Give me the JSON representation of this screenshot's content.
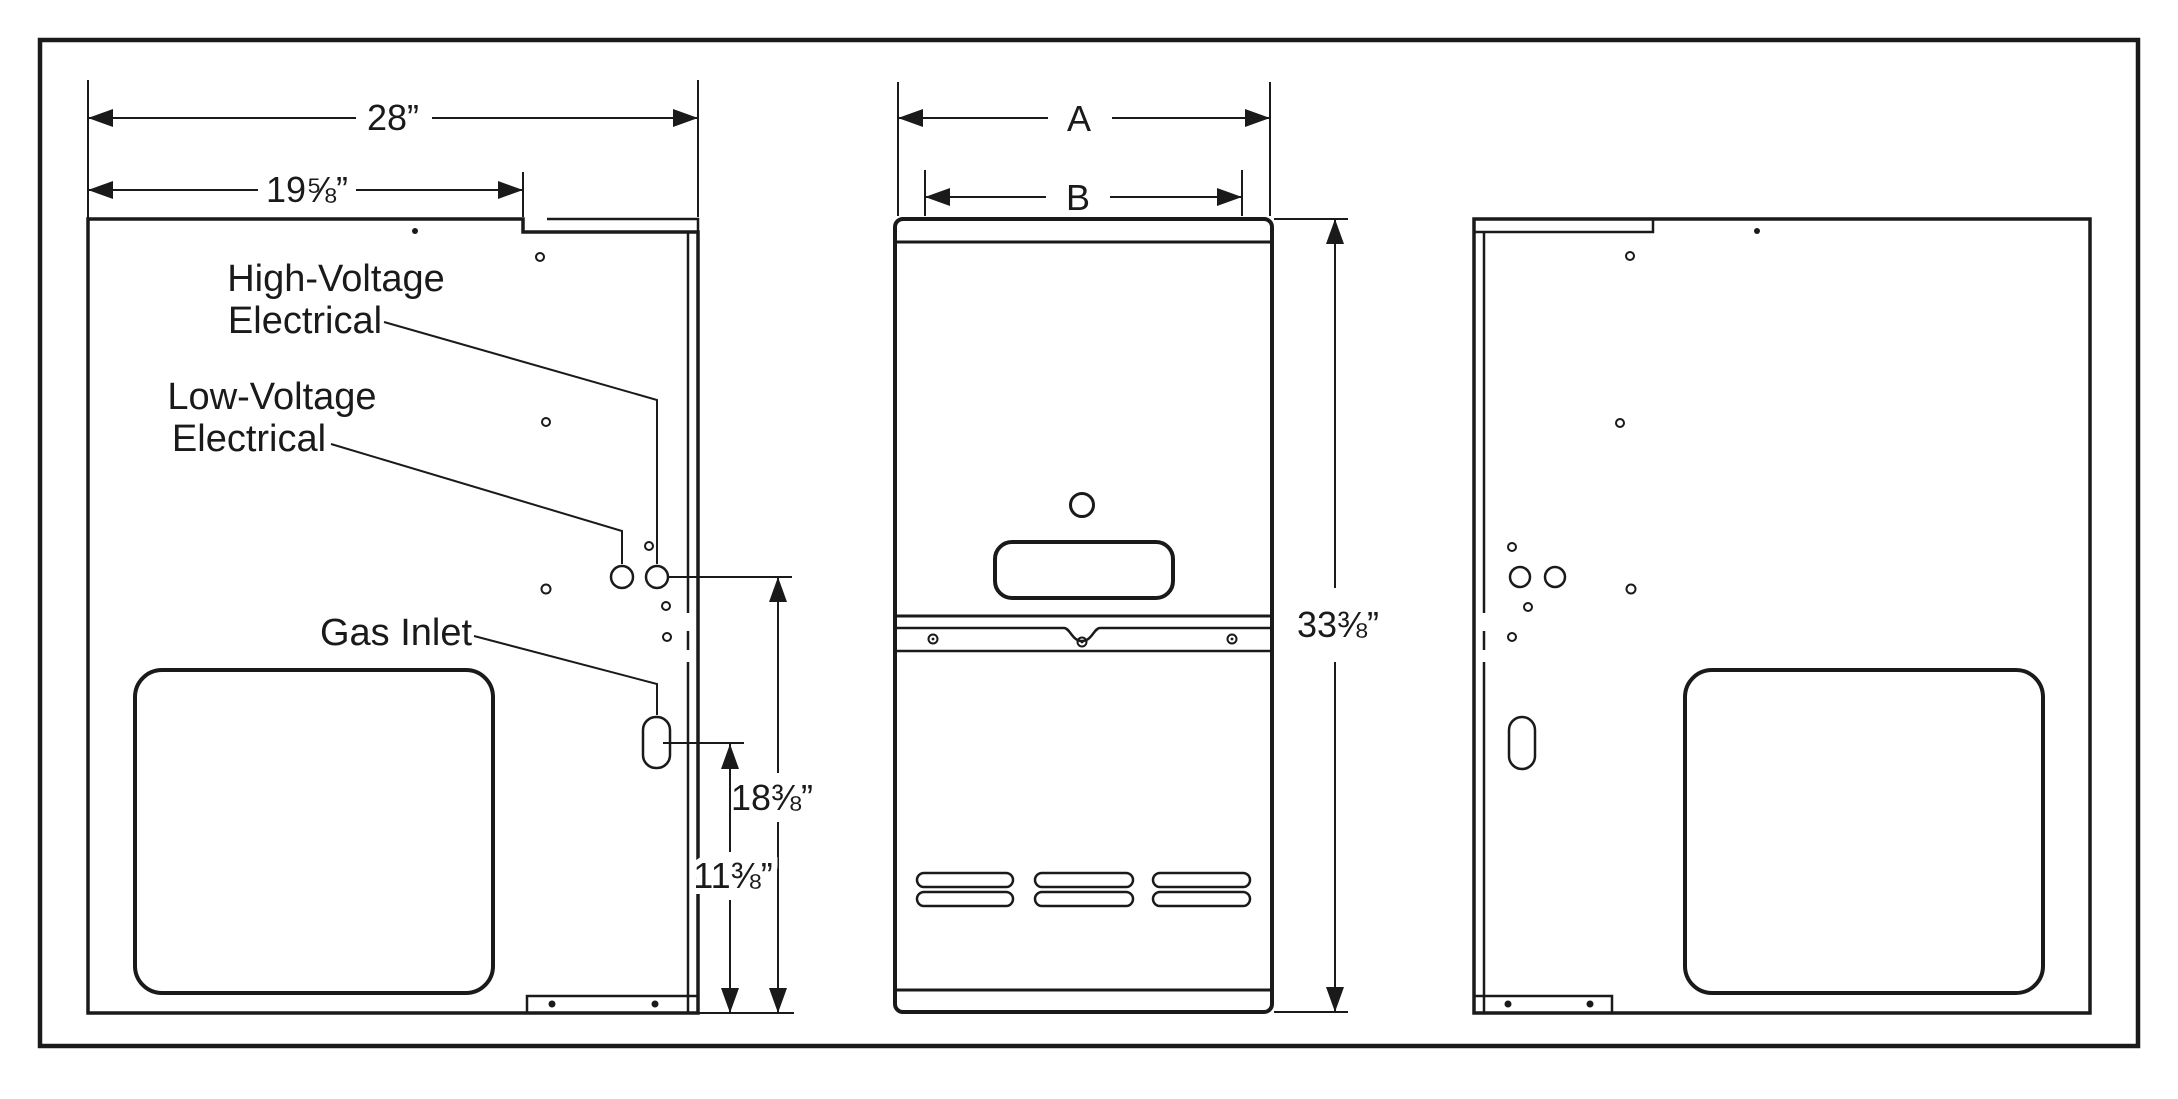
{
  "diagram": {
    "title": "furnace-cabinet-dimension-drawing",
    "colors": {
      "ink": "#1a1a1a",
      "background": "#ffffff"
    },
    "left_view": {
      "dim_overall_depth": "28”",
      "dim_flange_depth": "19⅝”",
      "label_high_voltage_line1": "High-Voltage",
      "label_high_voltage_line2": "Electrical",
      "label_low_voltage_line1": "Low-Voltage",
      "label_low_voltage_line2": "Electrical",
      "label_gas_inlet": "Gas Inlet",
      "dim_electrical_height": "18⅜”",
      "dim_gas_inlet_height": "11⅜”"
    },
    "front_view": {
      "dim_width_overall": "A",
      "dim_width_inner": "B",
      "dim_height_overall": "33⅜”"
    }
  }
}
